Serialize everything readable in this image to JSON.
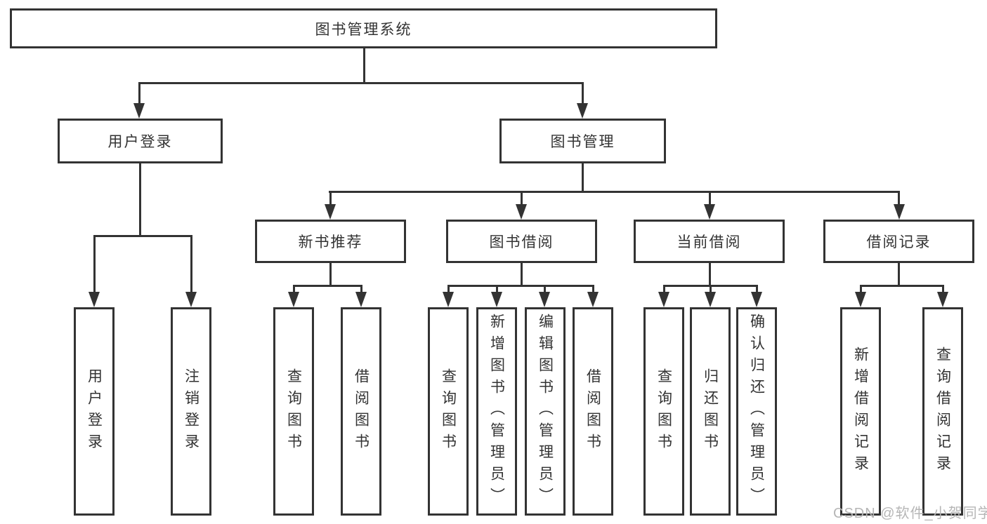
{
  "diagram": {
    "tree": {
      "label": "图书管理系统",
      "children": [
        {
          "label": "用户登录",
          "children": [
            {
              "label": "用户登录"
            },
            {
              "label": "注销登录"
            }
          ]
        },
        {
          "label": "图书管理",
          "children": [
            {
              "label": "新书推荐",
              "children": [
                {
                  "label": "查询图书"
                },
                {
                  "label": "借阅图书"
                }
              ]
            },
            {
              "label": "图书借阅",
              "children": [
                {
                  "label": "查询图书"
                },
                {
                  "label": "新增图书（管理员）"
                },
                {
                  "label": "编辑图书（管理员）"
                },
                {
                  "label": "借阅图书"
                }
              ]
            },
            {
              "label": "当前借阅",
              "children": [
                {
                  "label": "查询图书"
                },
                {
                  "label": "归还图书"
                },
                {
                  "label": "确认归还（管理员）"
                }
              ]
            },
            {
              "label": "借阅记录",
              "children": [
                {
                  "label": "新增借阅记录"
                },
                {
                  "label": "查询借阅记录"
                }
              ]
            }
          ]
        }
      ]
    },
    "watermark": "CSDN @软件_小贺同学",
    "colors": {
      "line": "#333333",
      "text": "#333333",
      "background": "#ffffff",
      "watermark": "#b6b6b6"
    }
  }
}
